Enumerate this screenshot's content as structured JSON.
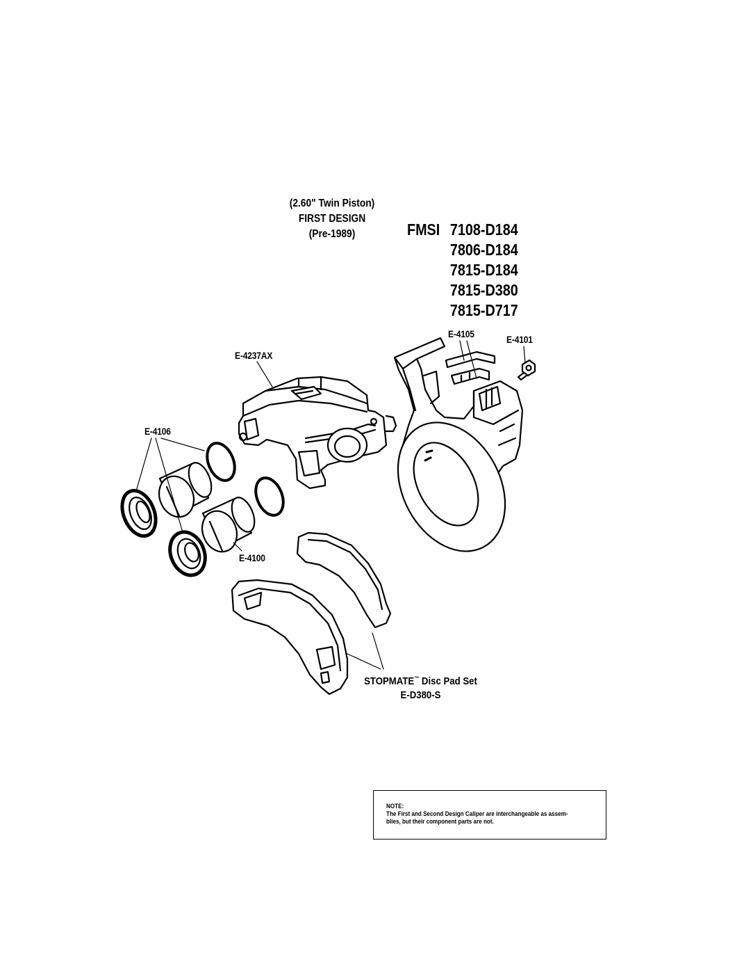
{
  "header": {
    "line1": "(2.60\" Twin Piston)",
    "line2": "FIRST DESIGN",
    "line3": "(Pre-1989)"
  },
  "fmsi": {
    "prefix": "FMSI",
    "numbers": [
      "7108-D184",
      "7806-D184",
      "7815-D184",
      "7815-D380",
      "7815-D717"
    ]
  },
  "parts": {
    "caliper": "E-4237AX",
    "hardware_clip": "E-4105",
    "bolt": "E-4101",
    "seal_kit": "E-4106",
    "piston": "E-4100"
  },
  "pad_set": {
    "name": "STOPMATE",
    "tm": "™",
    "suffix": " Disc Pad Set",
    "number": "E-D380-S"
  },
  "note": {
    "title": "NOTE:",
    "line1": "The First and Second Design Caliper are interchangeable as assem-",
    "line2": "blies, but their component parts are not."
  }
}
